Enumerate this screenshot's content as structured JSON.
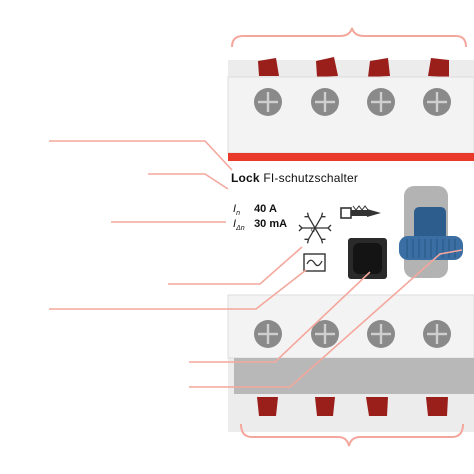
{
  "device": {
    "brand": "Lock",
    "type_text": "FI-schutzschalter",
    "rated_current": {
      "symbol": "I",
      "subscript": "n",
      "value": "40 A"
    },
    "residual_current": {
      "symbol": "I",
      "subscript": "Δn",
      "value": "30 mA"
    }
  },
  "colors": {
    "callout": "#f4a79c",
    "housing": "#ececec",
    "terminal_band": "#f3f3f3",
    "red_stripe": "#e8392a",
    "terminal_clip": "#9a1e1a",
    "screw": "#8a8a8a",
    "lever": "#2d5d8c",
    "lever_guide": "#b3b3b3",
    "test_button": "#2a2a2a",
    "bottom_band": "#b8b8b8"
  },
  "icons": [
    "snowflake-icon",
    "sine-wave-icon",
    "wire-connector-icon",
    "screw-terminal-icon"
  ]
}
